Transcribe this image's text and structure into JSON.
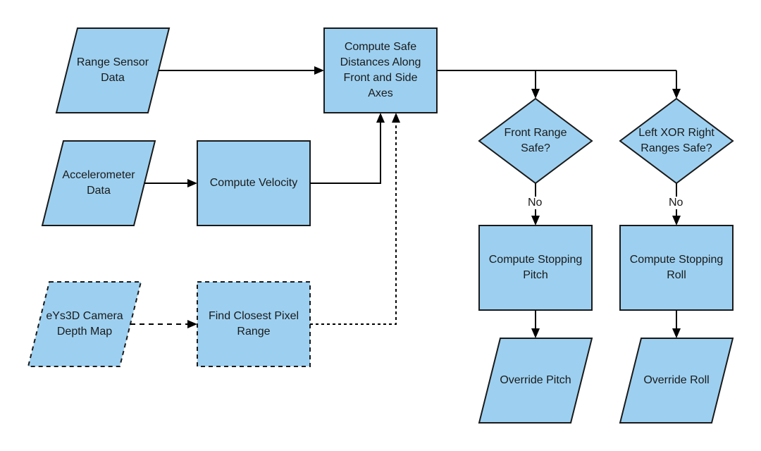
{
  "nodes": {
    "range_sensor": "Range Sensor\nData",
    "accelerometer": "Accelerometer\nData",
    "camera_depth": "eYs3D Camera\nDepth Map",
    "compute_velocity": "Compute Velocity",
    "closest_pixel": "Find Closest Pixel\nRange",
    "safe_distances": "Compute Safe\nDistances Along\nFront and Side\nAxes",
    "front_safe": "Front Range\nSafe?",
    "lr_safe": "Left XOR Right\nRanges Safe?",
    "stopping_pitch": "Compute Stopping\nPitch",
    "stopping_roll": "Compute Stopping\nRoll",
    "override_pitch": "Override Pitch",
    "override_roll": "Override Roll"
  },
  "edges": {
    "front_no": "No",
    "lr_no": "No"
  }
}
